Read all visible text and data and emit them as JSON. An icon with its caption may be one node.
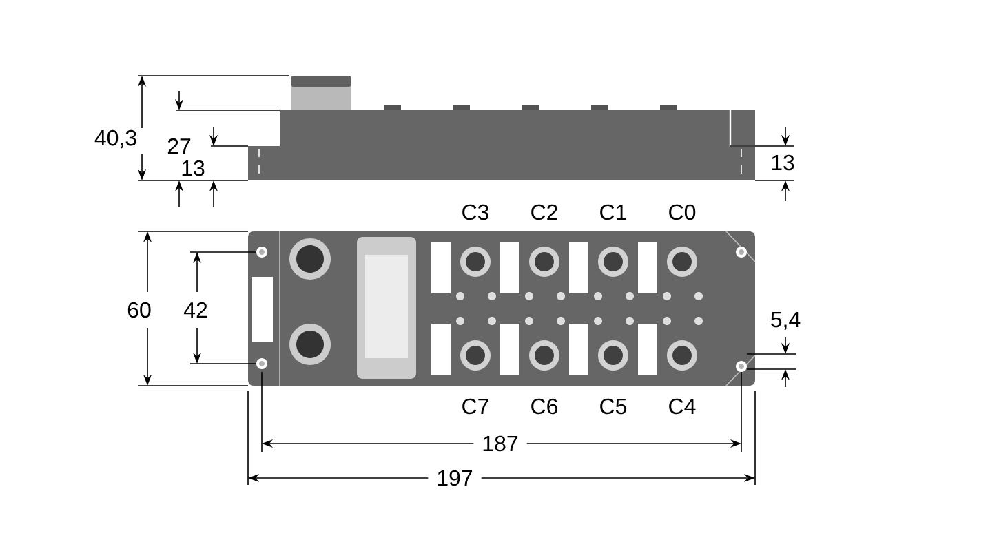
{
  "diagram": {
    "labels": [
      "40,3",
      "27",
      "13",
      "13",
      "C3",
      "C2",
      "C1",
      "C0",
      "60",
      "42",
      "5,4",
      "C7",
      "C6",
      "C5",
      "C4",
      "187",
      "197"
    ]
  }
}
